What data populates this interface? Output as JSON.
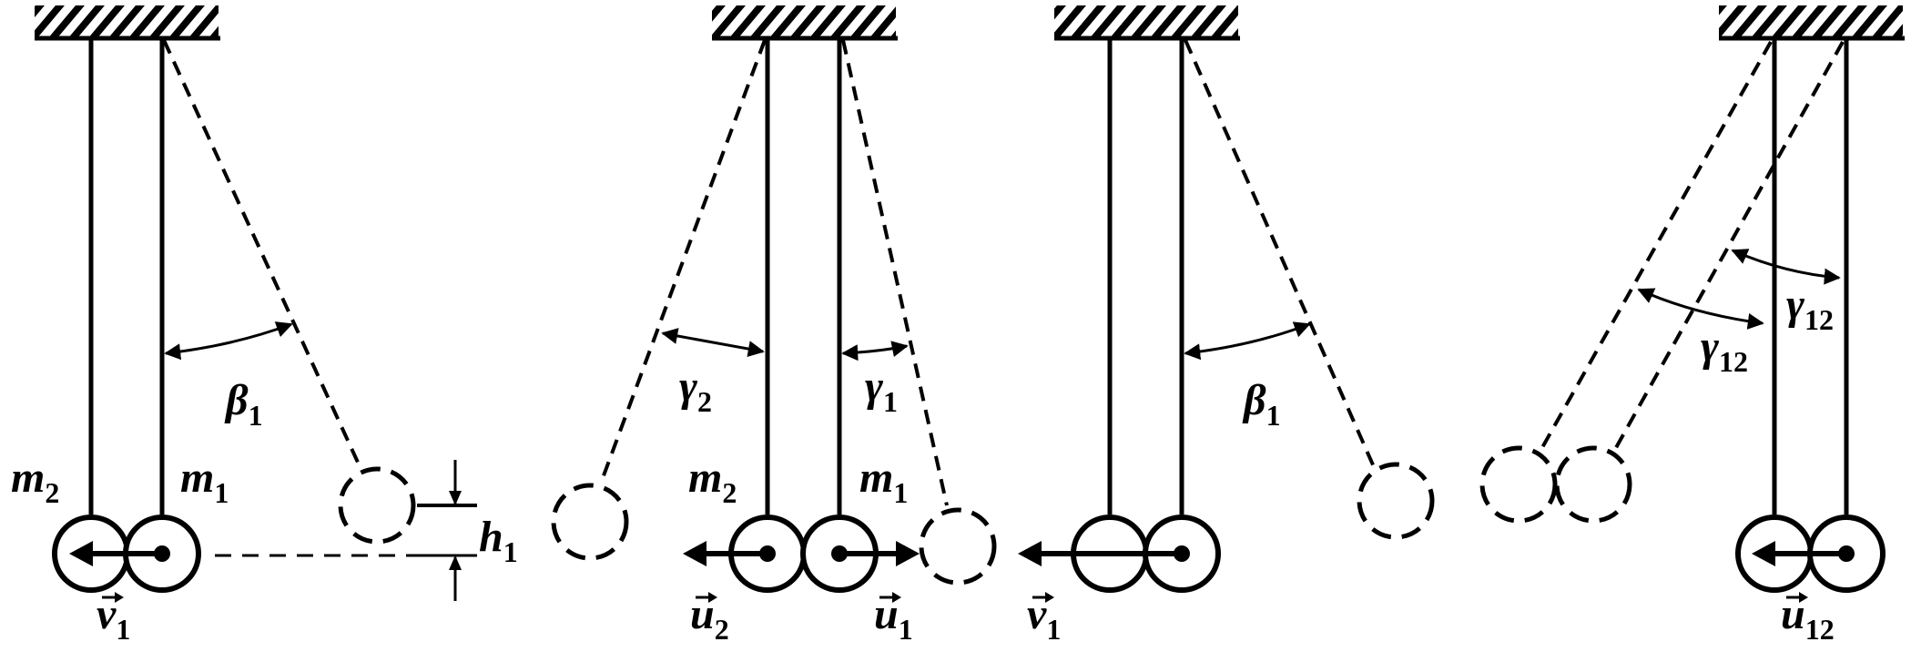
{
  "labels": {
    "m2": "m",
    "m2_sub": "2",
    "m1": "m",
    "m1_sub": "1",
    "beta1": "β",
    "beta1_sub": "1",
    "h1": "h",
    "h1_sub": "1",
    "v1": "v",
    "v1_sub": "1",
    "gamma2": "γ",
    "gamma2_sub": "2",
    "gamma1": "γ",
    "gamma1_sub": "1",
    "u2": "u",
    "u2_sub": "2",
    "u1": "u",
    "u1_sub": "1",
    "gamma12": "γ",
    "gamma12_sub": "12",
    "u12": "u",
    "u12_sub": "12"
  }
}
